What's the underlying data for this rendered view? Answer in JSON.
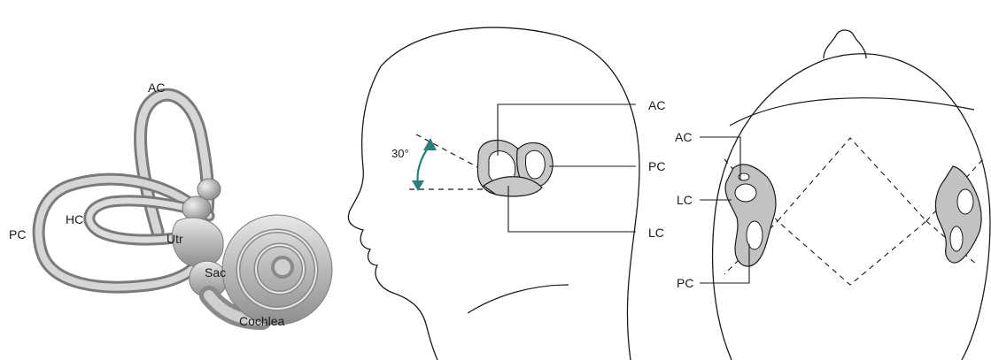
{
  "panel_inner_ear": {
    "labels": {
      "ac": "AC",
      "pc": "PC",
      "hc": "HC",
      "utr": "Utr",
      "sac": "Sac",
      "cochlea": "Cochlea"
    }
  },
  "panel_head_side": {
    "angle": "30°",
    "labels": {
      "ac": "AC",
      "pc": "PC",
      "lc": "LC"
    }
  },
  "panel_head_top": {
    "labels": {
      "ac": "AC",
      "lc": "LC",
      "pc": "PC"
    }
  },
  "colors": {
    "canal_fill": "#bdbdbd",
    "canal_highlight": "#e6e6e6",
    "arrow_teal": "#2a7f7a",
    "line": "#1a1a1a"
  }
}
